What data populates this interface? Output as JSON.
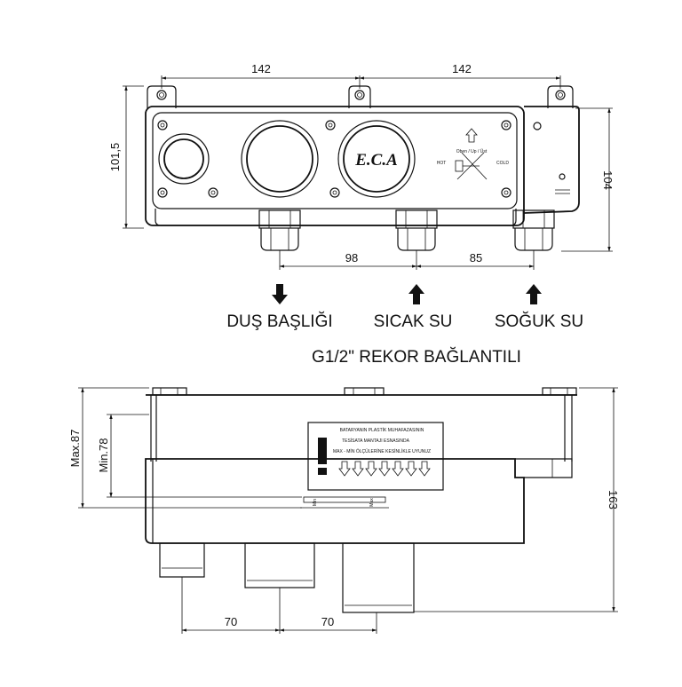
{
  "top_view": {
    "dims": {
      "width_left": "142",
      "width_right": "142",
      "height_left": "101,5",
      "height_right": "104",
      "spacing_a": "98",
      "spacing_b": "85"
    },
    "panel": {
      "logo": "E.C.A",
      "up_label": "Oben / Up / Üst",
      "hot_label": "HOT",
      "cold_label": "COLD"
    },
    "outlets": [
      {
        "label": "DUŞ BAŞLIĞI",
        "direction": "down"
      },
      {
        "label": "SICAK SU",
        "direction": "up"
      },
      {
        "label": "SOĞUK SU",
        "direction": "up"
      }
    ],
    "connection_label": "G1/2\" REKOR BAĞLANTILI"
  },
  "side_view": {
    "dims": {
      "max_depth": "Max.87",
      "min_depth": "Min.78",
      "total_height": "163",
      "spacing_a": "70",
      "spacing_b": "70"
    },
    "warning_label": {
      "line1": "BATARYANIN PLASTİK MUHAFAZASININ",
      "line2": "TESİSATA MANTAJI ESNASINDA",
      "line3": "MAX - MİN ÖLÇÜLERİNE KESİNLİKLE UYUNUZ"
    },
    "gauge_min": "Min",
    "gauge_max": "Max"
  }
}
